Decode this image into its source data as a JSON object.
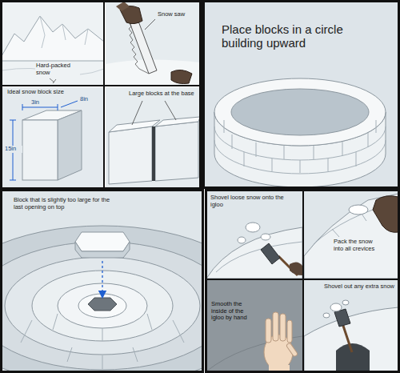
{
  "diagram": {
    "labels": [
      "Hard-packed snow",
      "Snow saw",
      "Ideal snow block size",
      "3in",
      "8in",
      "15in",
      "Large blocks at the base",
      "Place blocks in a circle building upward",
      "Block that is slightly too large for the last opening on top",
      "Shovel loose snow onto the igloo",
      "Pack the snow into all crevices",
      "Smooth the inside of the igloo by hand",
      "Shovel out any extra snow"
    ]
  }
}
